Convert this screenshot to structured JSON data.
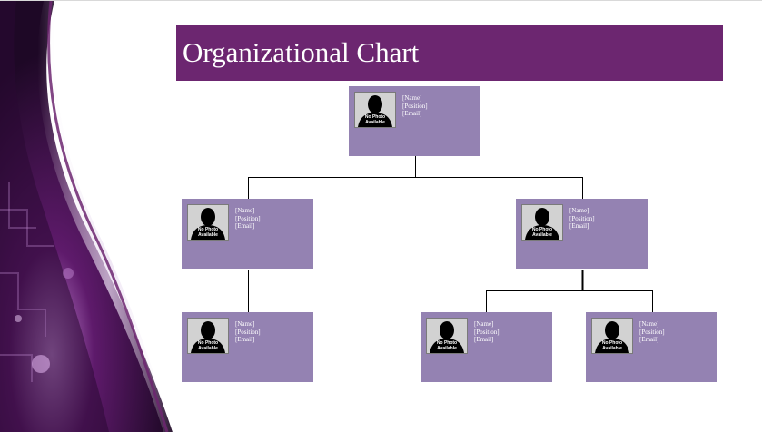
{
  "title": "Organizational Chart",
  "colors": {
    "title_bar": "#6c2670",
    "node_fill": "#9482b2",
    "connector": "#000000",
    "decor_purple": "#5b1a63"
  },
  "placeholder": {
    "name": "[Name]",
    "position": "[Position]",
    "email": "[Email]",
    "photo_line1": "No Photo",
    "photo_line2": "Available",
    "photo_icon": "person-silhouette-icon"
  },
  "nodes": [
    {
      "id": "root",
      "name": "[Name]",
      "position": "[Position]",
      "email": "[Email]",
      "photo_line1": "No Photo",
      "photo_line2": "Available"
    },
    {
      "id": "left-manager",
      "name": "[Name]",
      "position": "[Position]",
      "email": "[Email]",
      "photo_line1": "No Photo",
      "photo_line2": "Available"
    },
    {
      "id": "right-manager",
      "name": "[Name]",
      "position": "[Position]",
      "email": "[Email]",
      "photo_line1": "No Photo",
      "photo_line2": "Available"
    },
    {
      "id": "left-report",
      "name": "[Name]",
      "position": "[Position]",
      "email": "[Email]",
      "photo_line1": "No Photo",
      "photo_line2": "Available"
    },
    {
      "id": "right-report-1",
      "name": "[Name]",
      "position": "[Position]",
      "email": "[Email]",
      "photo_line1": "No Photo",
      "photo_line2": "Available"
    },
    {
      "id": "right-report-2",
      "name": "[Name]",
      "position": "[Position]",
      "email": "[Email]",
      "photo_line1": "No Photo",
      "photo_line2": "Available"
    }
  ]
}
